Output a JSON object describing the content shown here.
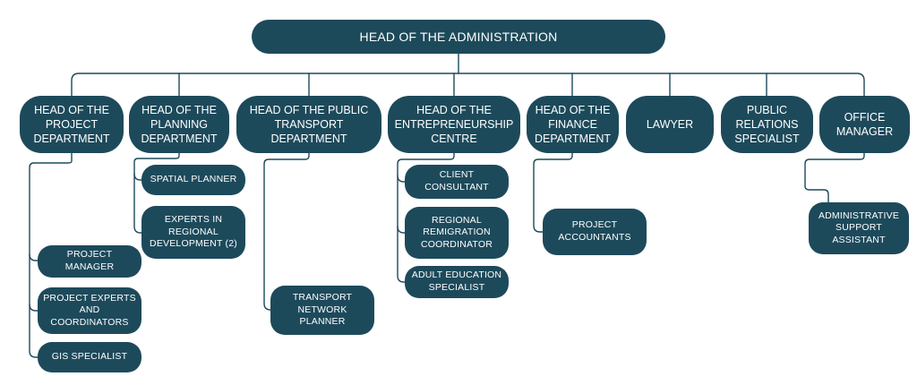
{
  "root": {
    "label": "HEAD OF THE ADMINISTRATION"
  },
  "departments": [
    {
      "label": "HEAD OF THE\nPROJECT\nDEPARTMENT",
      "children": [
        "PROJECT MANAGER",
        "PROJECT EXPERTS\nAND COORDINATORS",
        "GIS SPECIALIST"
      ]
    },
    {
      "label": "HEAD OF THE\nPLANNING\nDEPARTMENT",
      "children": [
        "SPATIAL PLANNER",
        "EXPERTS IN\nREGIONAL\nDEVELOPMENT (2)"
      ]
    },
    {
      "label": "HEAD OF THE PUBLIC\nTRANSPORT DEPARTMENT",
      "children": [
        "TRANSPORT\nNETWORK PLANNER"
      ]
    },
    {
      "label": "HEAD OF THE\nENTREPRENEURSHIP\nCENTRE",
      "children": [
        "CLIENT\nCONSULTANT",
        "REGIONAL\nREMIGRATION\nCOORDINATOR",
        "ADULT EDUCATION\nSPECIALIST"
      ]
    },
    {
      "label": "HEAD OF THE\nFINANCE\nDEPARTMENT",
      "children": [
        "PROJECT\nACCOUNTANTS"
      ]
    },
    {
      "label": "LAWYER",
      "children": []
    },
    {
      "label": "PUBLIC\nRELATIONS\nSPECIALIST",
      "children": []
    },
    {
      "label": "OFFICE\nMANAGER",
      "children": [
        "ADMINISTRATIVE\nSUPPORT\nASSISTANT"
      ]
    }
  ],
  "colors": {
    "node": "#1d4a5b",
    "text": "#ffffff",
    "line": "#1d4a5b"
  }
}
